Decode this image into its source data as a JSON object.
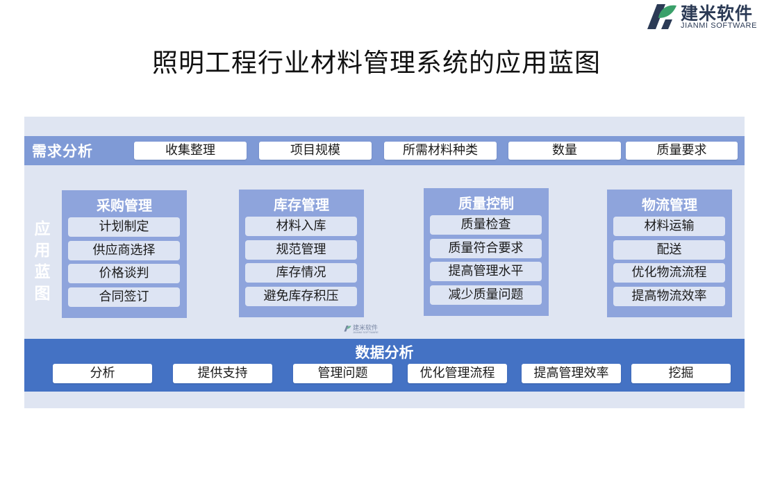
{
  "logo": {
    "name_cn": "建米软件",
    "name_en": "JIANMI SOFTWARE",
    "colors": {
      "green": "#3aa06a",
      "navy": "#2b3a55"
    }
  },
  "title": "照明工程行业材料管理系统的应用蓝图",
  "demand": {
    "label": "需求分析",
    "items": [
      "收集整理",
      "项目规模",
      "所需材料种类",
      "数量",
      "质量要求"
    ]
  },
  "app_section": {
    "label": "应用蓝图",
    "modules": [
      {
        "title": "采购管理",
        "items": [
          "计划制定",
          "供应商选择",
          "价格谈判",
          "合同签订"
        ]
      },
      {
        "title": "库存管理",
        "items": [
          "材料入库",
          "规范管理",
          "库存情况",
          "避免库存积压"
        ]
      },
      {
        "title": "质量控制",
        "items": [
          "质量检查",
          "质量符合要求",
          "提高管理水平",
          "减少质量问题"
        ]
      },
      {
        "title": "物流管理",
        "items": [
          "材料运输",
          "配送",
          "优化物流流程",
          "提高物流效率"
        ]
      }
    ]
  },
  "watermark": {
    "name_cn": "建米软件",
    "name_en": "JIANMI SOFTWARE"
  },
  "data_analysis": {
    "title": "数据分析",
    "items": [
      "分析",
      "提供支持",
      "管理问题",
      "优化管理流程",
      "提高管理效率",
      "挖掘"
    ]
  },
  "colors": {
    "panel_bg": "#dfe5f2",
    "demand_band": "#7f9ad6",
    "module_bg": "#8ea4dc",
    "module_item_bg": "#dde4f3",
    "data_band": "#4472c4"
  }
}
